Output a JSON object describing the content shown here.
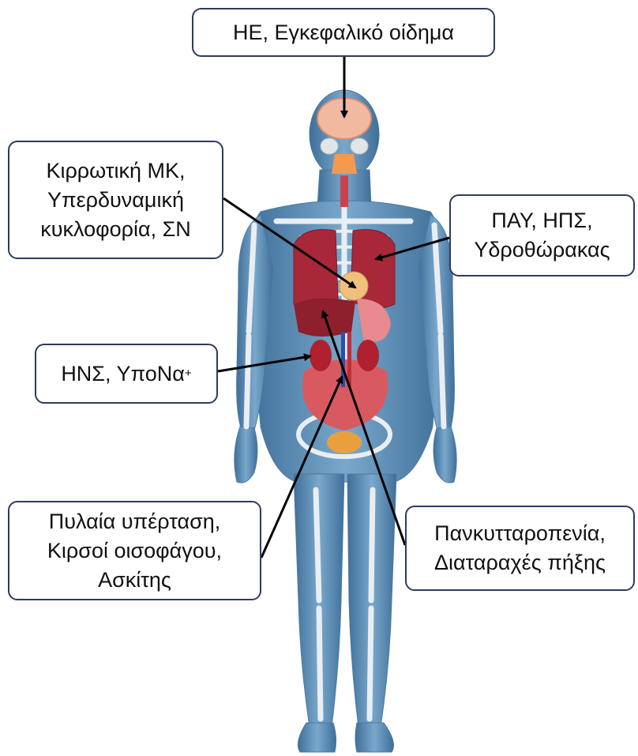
{
  "labels": {
    "brain": {
      "lines": [
        "ΗΕ, Εγκεφαλικό οίδημα"
      ]
    },
    "heart": {
      "lines": [
        "Κιρρωτική ΜΚ,",
        "Υπερδυναμική",
        "κυκλοφορία, ΣΝ"
      ]
    },
    "lungs": {
      "lines": [
        "ΠΑΥ, ΗΠΣ,",
        "Υδροθώρακας"
      ]
    },
    "kidneys": {
      "text": "ΗΝΣ, ΥποΝα",
      "superscript": "+"
    },
    "portal": {
      "lines": [
        "Πυλαία υπέρταση,",
        "Κιρσοί οισοφάγου,",
        "Ασκίτης"
      ]
    },
    "blood": {
      "lines": [
        "Πανκυτταροπενία,",
        "Διαταραχές πήξης"
      ]
    }
  },
  "colors": {
    "box_border": "#2f3b5c",
    "arrow": "#000000",
    "body_silhouette": "#5b8fb8",
    "skeleton": "#e8eef2",
    "organs": "#b8323a"
  }
}
